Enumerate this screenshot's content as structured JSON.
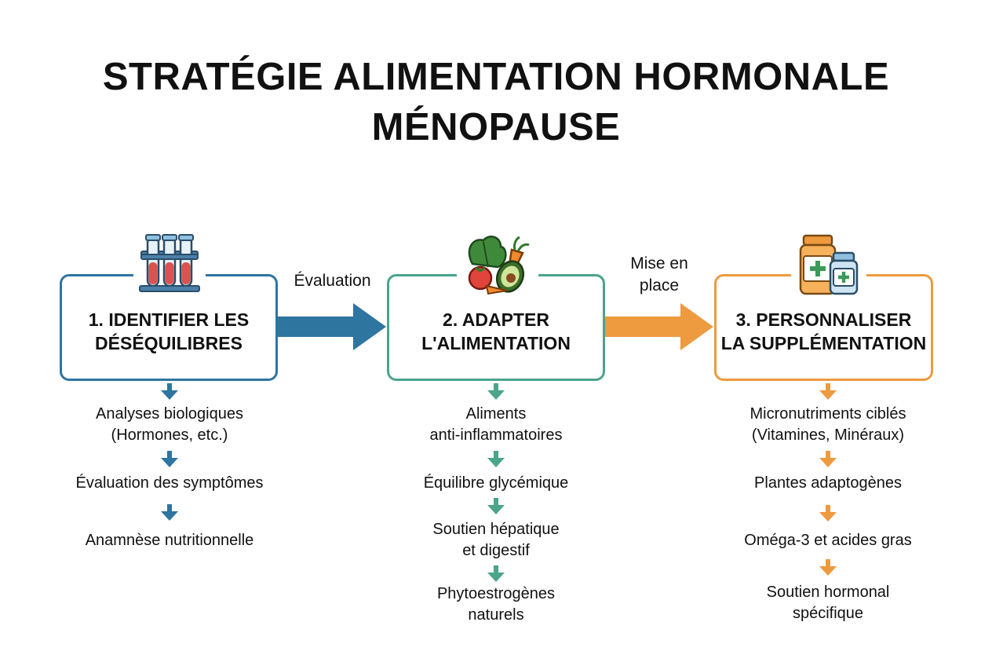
{
  "title": {
    "line1": "STRATÉGIE ALIMENTATION HORMONALE",
    "line2": "MÉNOPAUSE"
  },
  "colors": {
    "step1": "#2e75a0",
    "step2": "#4aa58a",
    "step3": "#ee9a3e"
  },
  "connectors": [
    {
      "label_lines": [
        "Évaluation"
      ],
      "color": "#2e75a0"
    },
    {
      "label_lines": [
        "Mise en",
        "place"
      ],
      "color": "#ee9a3e"
    }
  ],
  "steps": [
    {
      "icon": "test-tubes-icon",
      "label_lines": [
        "1. IDENTIFIER LES",
        "DÉSÉQUILIBRES"
      ],
      "items": [
        {
          "lines": [
            "Analyses biologiques",
            "(Hormones, etc.)"
          ]
        },
        {
          "lines": [
            "Évaluation des symptômes"
          ]
        },
        {
          "lines": [
            "Anamnèse nutritionnelle"
          ]
        }
      ]
    },
    {
      "icon": "vegetables-icon",
      "label_lines": [
        "2. ADAPTER",
        "L'ALIMENTATION"
      ],
      "items": [
        {
          "lines": [
            "Aliments",
            "anti-inflammatoires"
          ]
        },
        {
          "lines": [
            "Équilibre glycémique"
          ]
        },
        {
          "lines": [
            "Soutien hépatique",
            "et digestif"
          ]
        },
        {
          "lines": [
            "Phytoestrogènes",
            "naturels"
          ]
        }
      ]
    },
    {
      "icon": "supplement-bottles-icon",
      "label_lines": [
        "3. PERSONNALISER",
        "LA SUPPLÉMENTATION"
      ],
      "items": [
        {
          "lines": [
            "Micronutriments ciblés",
            "(Vitamines, Minéraux)"
          ]
        },
        {
          "lines": [
            "Plantes adaptogènes"
          ]
        },
        {
          "lines": [
            "Oméga-3 et acides gras"
          ]
        },
        {
          "lines": [
            "Soutien hormonal",
            "spécifique"
          ]
        }
      ]
    }
  ]
}
